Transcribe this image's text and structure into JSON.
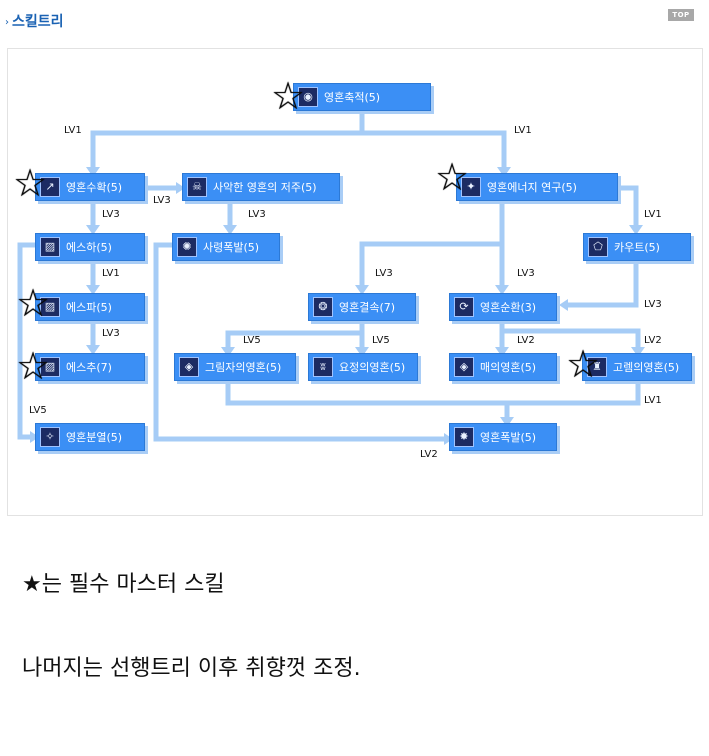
{
  "header": {
    "title": "스킬트리",
    "bullet": "›",
    "top_button": "TOP"
  },
  "nodes": {
    "n1": "영혼축적(5)",
    "n2": "영혼수확(5)",
    "n3": "사악한 영혼의 저주(5)",
    "n4": "영혼에너지 연구(5)",
    "n5": "에스하(5)",
    "n6": "사령폭발(5)",
    "n7": "카우트(5)",
    "n8": "에스파(5)",
    "n9": "영혼결속(7)",
    "n10": "영혼순환(3)",
    "n11": "에스추(7)",
    "n12": "그림자의영혼(5)",
    "n13": "요정의영혼(5)",
    "n14": "매의영혼(5)",
    "n15": "고렘의영혼(5)",
    "n16": "영혼분열(5)",
    "n17": "영혼폭발(5)"
  },
  "icons": {
    "n1": "soul-orb-icon",
    "n2": "scythe-icon",
    "n3": "evil-curse-icon",
    "n4": "energy-research-icon",
    "n5": "stripe-icon",
    "n6": "burst-icon",
    "n7": "pentagon-icon",
    "n8": "stripe-icon",
    "n9": "binding-icon",
    "n10": "circulation-icon",
    "n11": "stripe-icon",
    "n12": "link-shadow-icon",
    "n13": "fairy-icon",
    "n14": "link-hawk-icon",
    "n15": "golem-icon",
    "n16": "split-icon",
    "n17": "explosion-icon"
  },
  "levels": {
    "l1": "LV1",
    "l2": "LV1",
    "l3": "LV3",
    "l4": "LV3",
    "l5": "LV1",
    "l6": "LV3",
    "l7": "LV1",
    "l8": "LV3",
    "l9": "LV3",
    "l10": "LV3",
    "l11": "LV3",
    "l12": "LV5",
    "l13": "LV5",
    "l14": "LV2",
    "l15": "LV2",
    "l16": "LV5",
    "l17": "LV1",
    "l18": "LV2"
  },
  "notes": {
    "line1": "★는 필수 마스터 스킬",
    "line2": "나머지는 선행트리 이후 취향껏 조정."
  },
  "colors": {
    "node": "#3b8ff5",
    "connector": "#a6ccf6",
    "title": "#1a62b3"
  }
}
